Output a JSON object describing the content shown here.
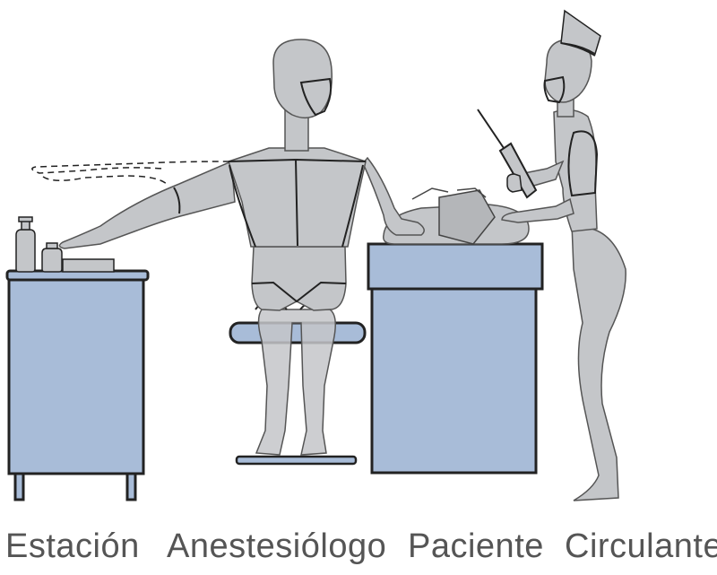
{
  "labels": {
    "station": "Estación",
    "anesthesiologist": "Anestesiólogo",
    "patient": "Paciente",
    "circulating": "Circulante"
  },
  "colors": {
    "furniture_fill": "#a8bcd8",
    "figure_fill": "#c4c6c9",
    "outline": "#222222",
    "label_text": "#555555"
  }
}
